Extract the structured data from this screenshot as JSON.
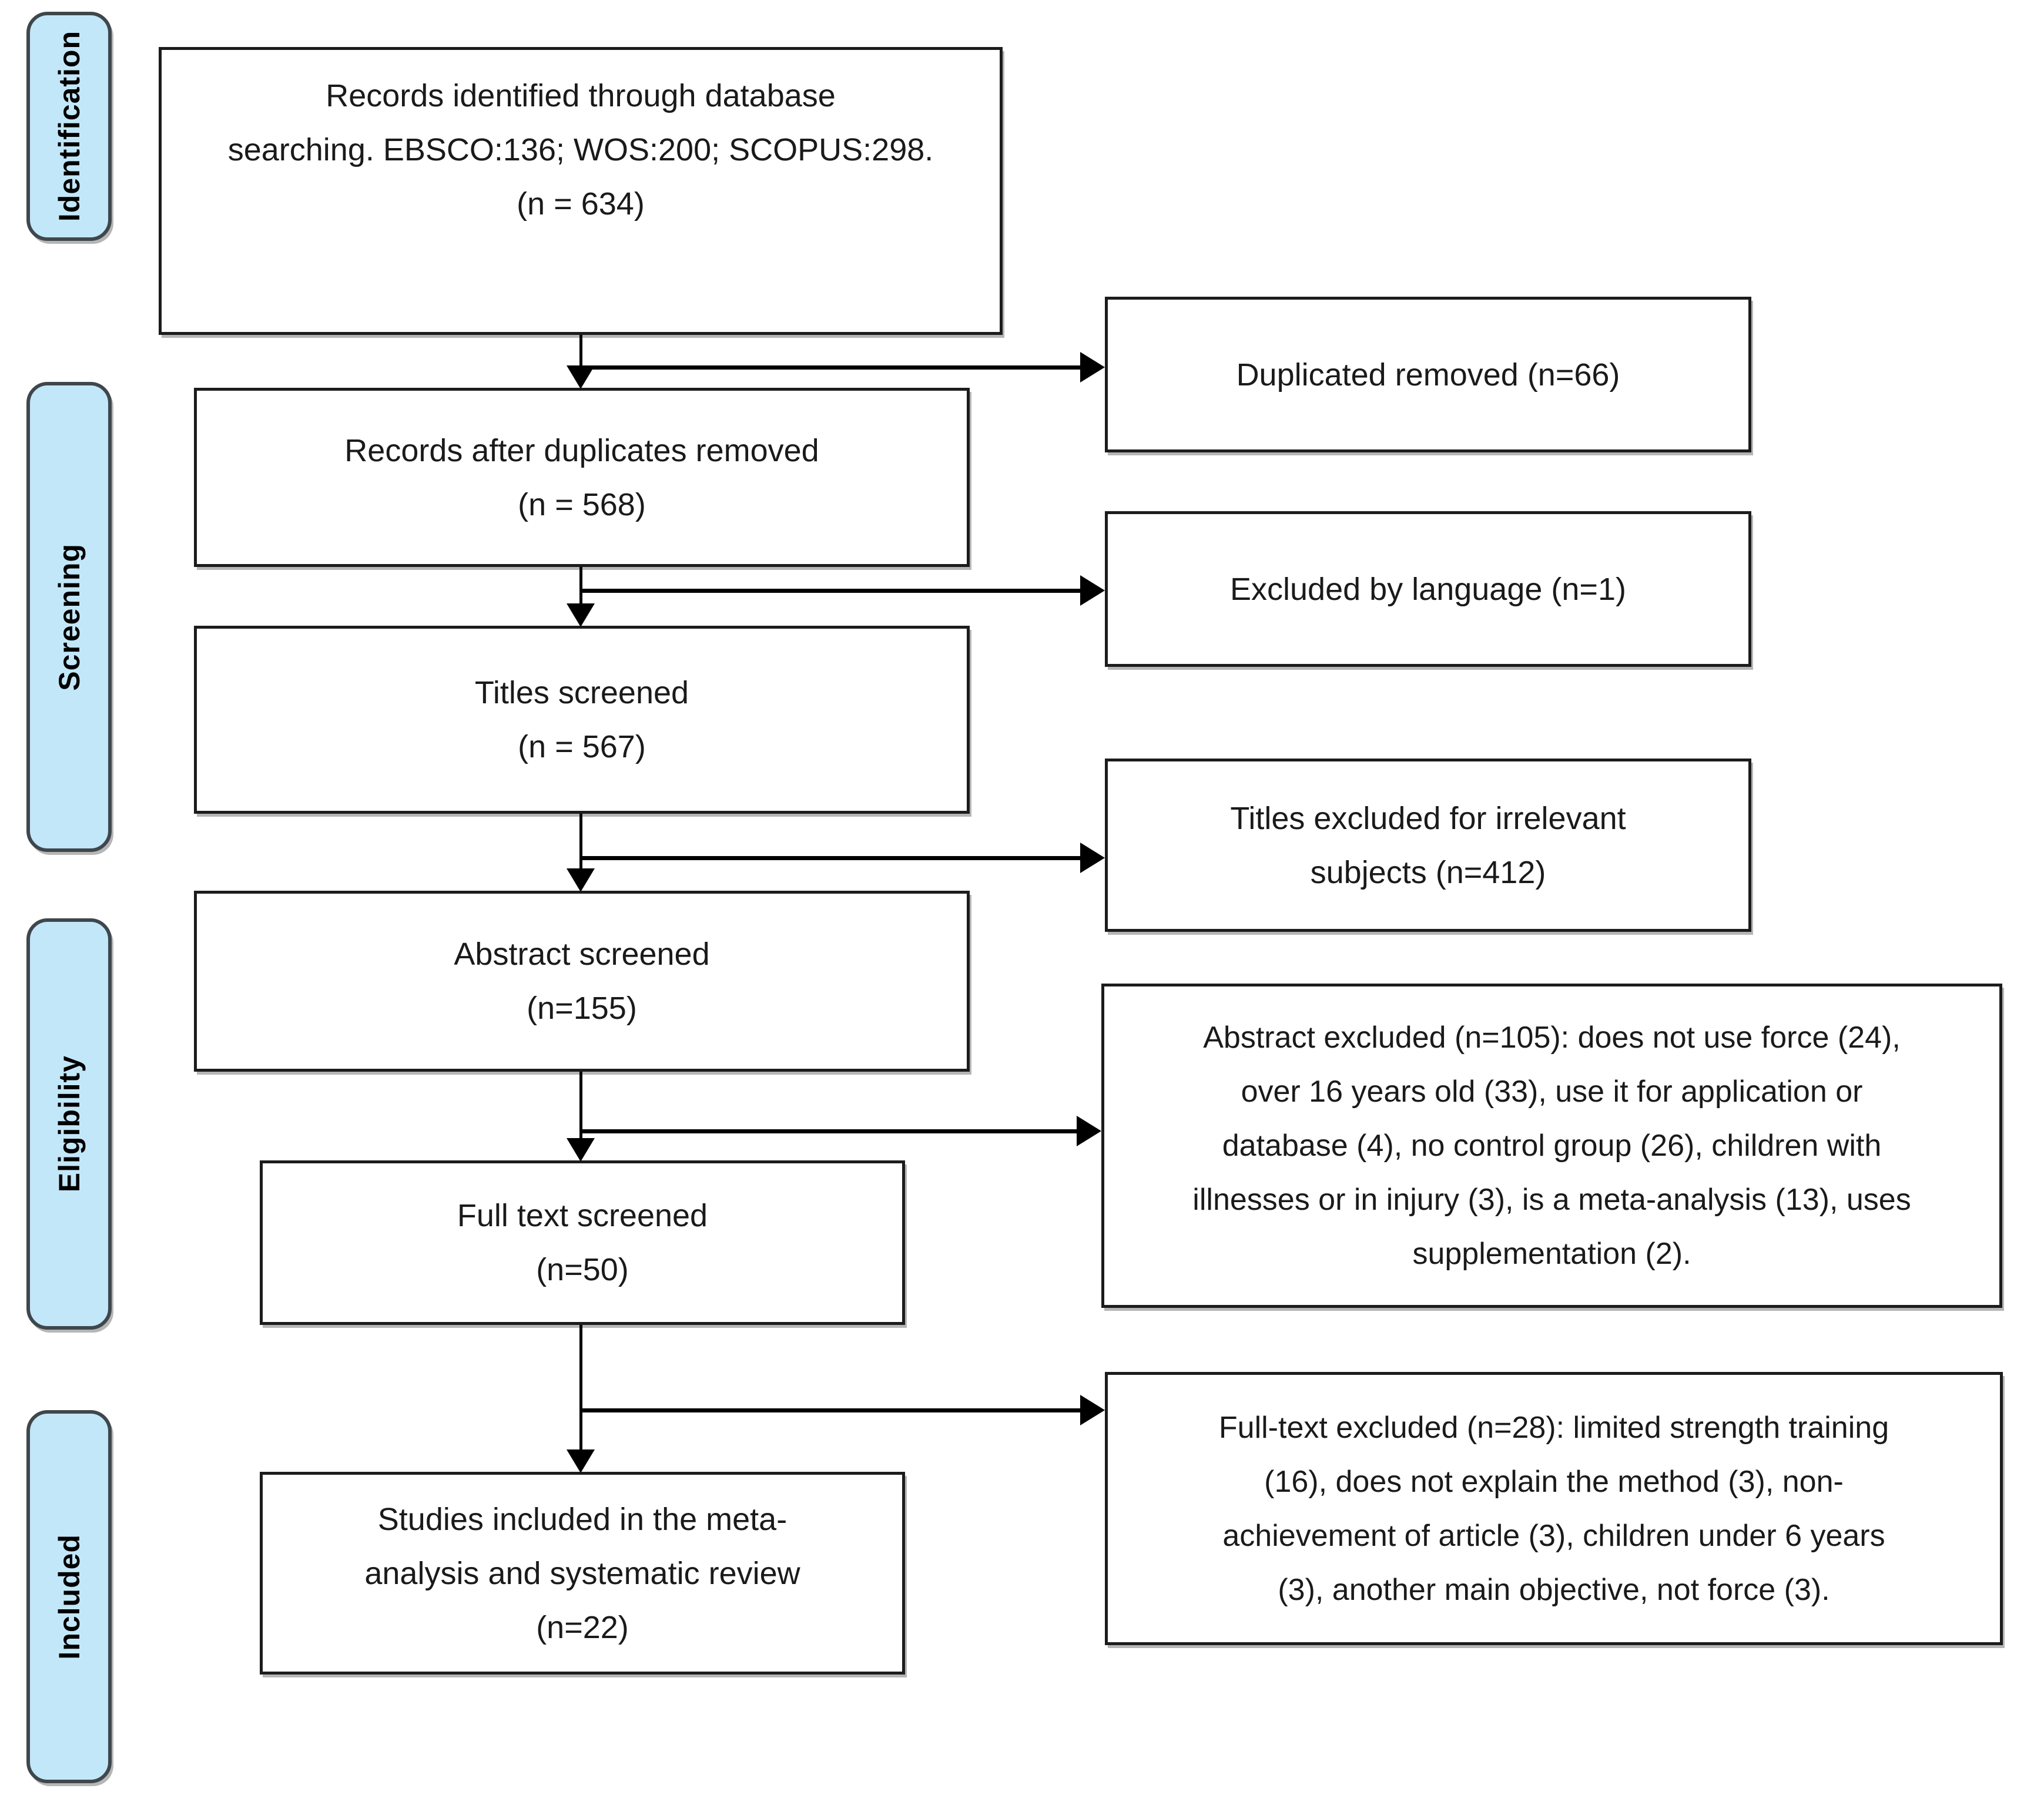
{
  "theme": {
    "page_bg": "#ffffff",
    "box_fill": "#ffffff",
    "box_border": "#1c1c1c",
    "sidebar_fill": "#c2e7f9",
    "sidebar_border": "#3f474c",
    "text_color": "#1a1a1a",
    "arrow_color": "#000000"
  },
  "sidebar": {
    "stages": [
      {
        "label": "Identification"
      },
      {
        "label": "Screening"
      },
      {
        "label": "Eligibility"
      },
      {
        "label": "Included"
      }
    ]
  },
  "flow_boxes": {
    "records_identified": "Records identified through database\nsearching. EBSCO:136; WOS:200; SCOPUS:298.\n(n = 634)",
    "records_after_duplicates": "Records after duplicates removed\n(n = 568)",
    "titles_screened": "Titles screened\n(n = 567)",
    "abstract_screened": "Abstract screened\n(n=155)",
    "full_text_screened": "Full text screened\n(n=50)",
    "studies_included": "Studies included in the meta-\nanalysis and systematic review\n(n=22)"
  },
  "exclusion_boxes": {
    "duplicated_removed": "Duplicated removed (n=66)",
    "excluded_by_language": "Excluded by language (n=1)",
    "titles_excluded": "Titles excluded for irrelevant\nsubjects (n=412)",
    "abstract_excluded": "Abstract excluded (n=105): does not use force (24),\nover 16 years old (33), use it for application or\ndatabase (4), no control group (26), children with\nillnesses or in injury (3), is a meta-analysis (13), uses\nsupplementation (2).",
    "full_text_excluded": "Full-text excluded (n=28): limited strength training\n(16), does not explain the method (3), non-\nachievement of article (3), children under 6 years\n(3), another main objective, not force (3)."
  }
}
